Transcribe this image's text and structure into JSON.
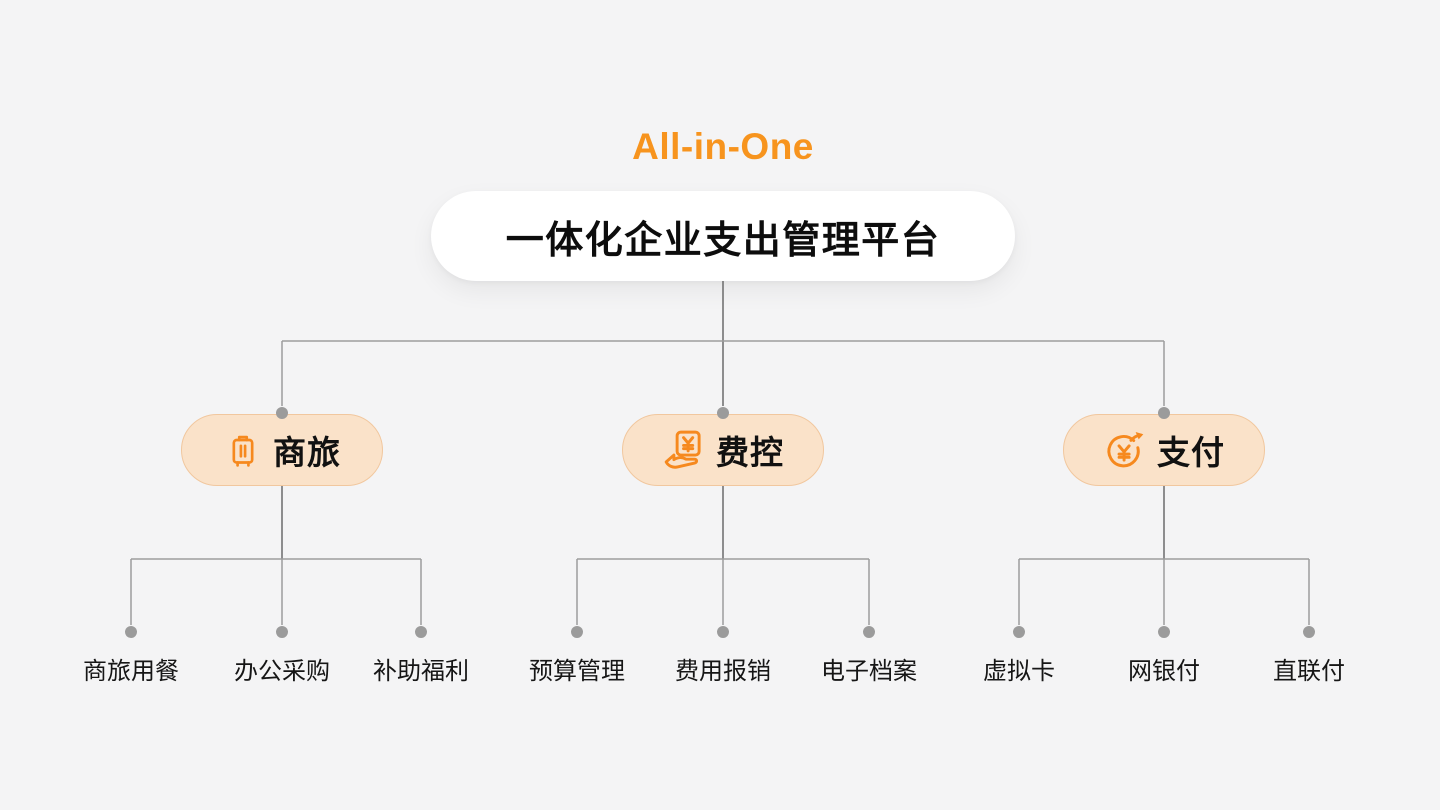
{
  "title": {
    "text": "All-in-One"
  },
  "root": {
    "label": "一体化企业支出管理平台"
  },
  "branches": [
    {
      "label": "商旅",
      "icon": "suitcase-icon",
      "children": [
        "商旅用餐",
        "办公采购",
        "补助福利"
      ]
    },
    {
      "label": "费控",
      "icon": "hand-holding-yuan-icon",
      "children": [
        "预算管理",
        "费用报销",
        "电子档案"
      ]
    },
    {
      "label": "支付",
      "icon": "yuan-transfer-circle-icon",
      "children": [
        "虚拟卡",
        "网银付",
        "直联付"
      ]
    }
  ],
  "colors": {
    "background": "#F4F4F5",
    "title_orange": "#F7941E",
    "accent_orange": "#F6891E",
    "branch_fill": "#FAE2C9",
    "branch_border": "#F1C79E",
    "root_fill": "#FFFFFF",
    "text_dark": "#111111",
    "connector_gray": "#9D9D9D",
    "connector_dark": "#6B6B6B",
    "dot_gray": "#9B9B9B"
  }
}
